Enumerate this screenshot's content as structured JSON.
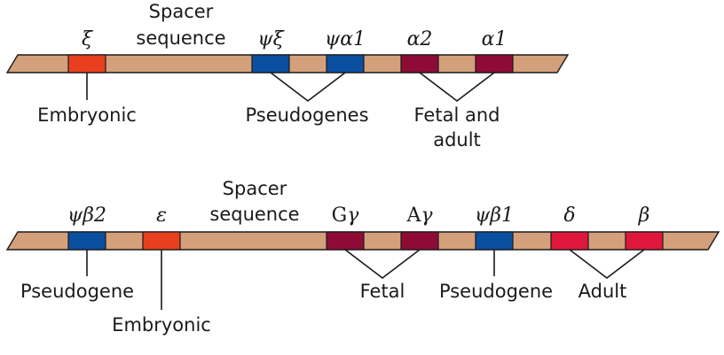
{
  "colors": {
    "chromosome": "#d4a07c",
    "embryonic": "#e8401e",
    "pseudogene": "#0a4fa0",
    "fetal_adult": "#8e0b37",
    "adult": "#e0173c"
  },
  "alpha_cluster": {
    "genes": {
      "xi": "ξ",
      "psi_xi": "ψξ",
      "psi_alpha1": "ψα1",
      "alpha2": "α2",
      "alpha1": "α1"
    },
    "spacer_line1": "Spacer",
    "spacer_line2": "sequence",
    "labels": {
      "embryonic": "Embryonic",
      "pseudogenes": "Pseudogenes",
      "fetal_adult_line1": "Fetal and",
      "fetal_adult_line2": "adult"
    }
  },
  "beta_cluster": {
    "genes": {
      "psi_beta2": "ψβ2",
      "epsilon": "ε",
      "g_gamma_prefix": "G",
      "g_gamma_greek": "γ",
      "a_gamma_prefix": "A",
      "a_gamma_greek": "γ",
      "psi_beta1": "ψβ1",
      "delta": "δ",
      "beta": "β"
    },
    "spacer_line1": "Spacer",
    "spacer_line2": "sequence",
    "labels": {
      "pseudogene_left": "Pseudogene",
      "embryonic": "Embryonic",
      "fetal": "Fetal",
      "pseudogene_right": "Pseudogene",
      "adult": "Adult"
    }
  }
}
